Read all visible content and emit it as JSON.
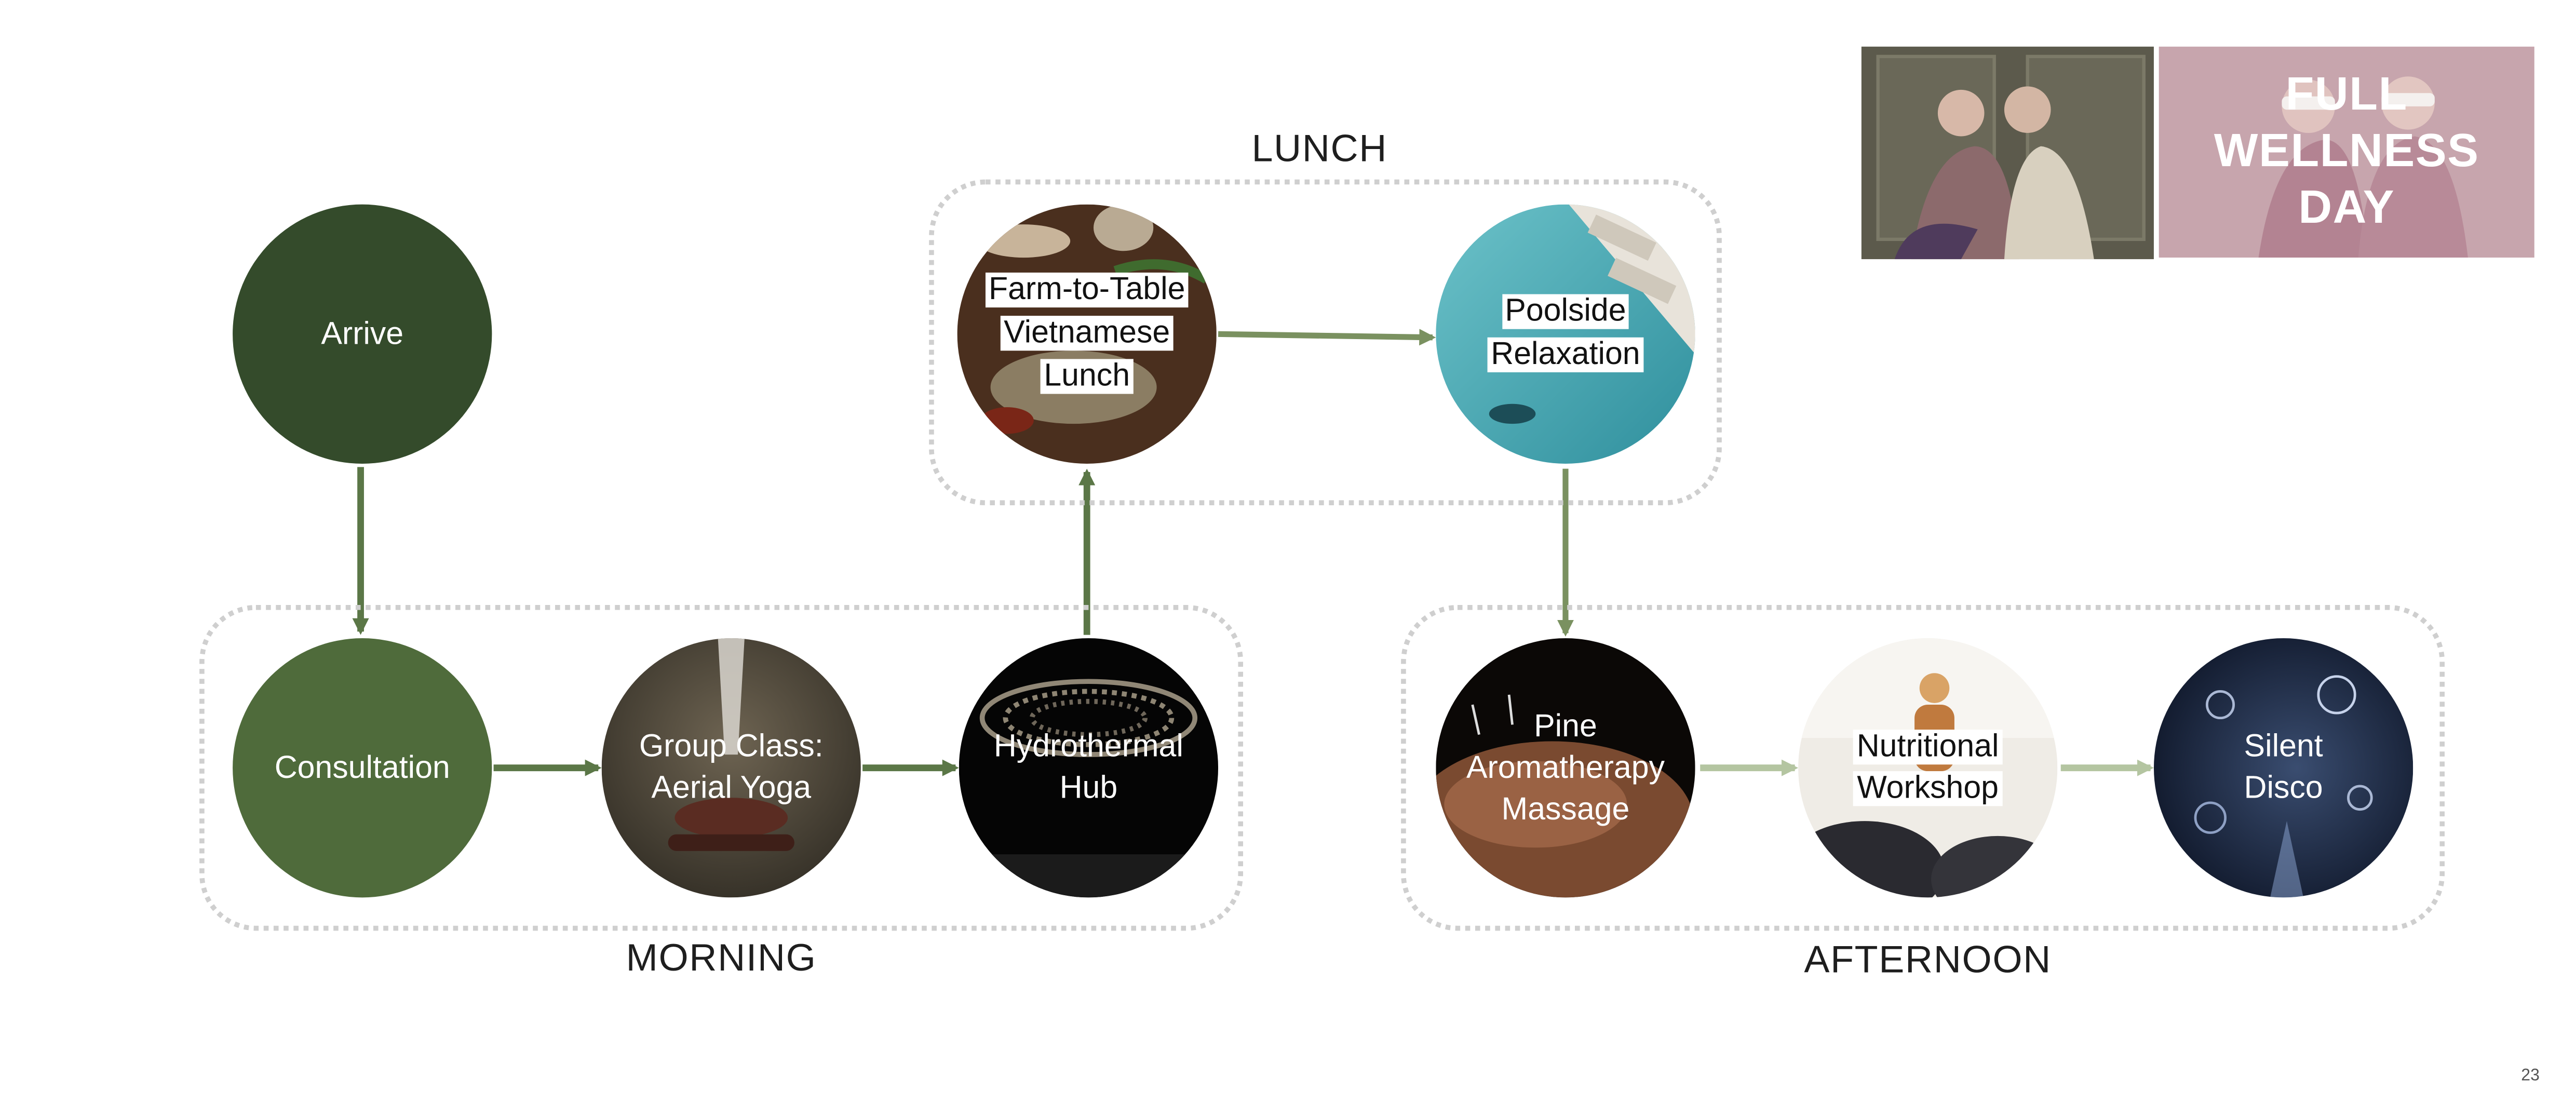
{
  "groups": {
    "lunch": "LUNCH",
    "morning": "MORNING",
    "afternoon": "AFTERNOON"
  },
  "nodes": {
    "arrive": "Arrive",
    "consultation": "Consultation",
    "yoga": [
      "Group Class:",
      "Aerial Yoga"
    ],
    "hydrothermal": [
      "Hydrothermal",
      "Hub"
    ],
    "lunch": [
      "Farm-to-Table",
      "Vietnamese",
      "Lunch"
    ],
    "poolside": [
      "Poolside",
      "Relaxation"
    ],
    "massage": [
      "Pine",
      "Aromatherapy",
      "Massage"
    ],
    "workshop": [
      "Nutritional",
      "Workshop"
    ],
    "disco": [
      "Silent",
      "Disco"
    ]
  },
  "promo": {
    "title": [
      "FULL",
      "WELLNESS",
      "DAY"
    ]
  },
  "page_number": "23",
  "colors": {
    "arrive": "#344b2b",
    "consultation": "#4f6b3b",
    "arrow_dark": "#5b7747",
    "arrow_light": "#b4c5a1",
    "dotted_border": "#cfcfcf"
  }
}
